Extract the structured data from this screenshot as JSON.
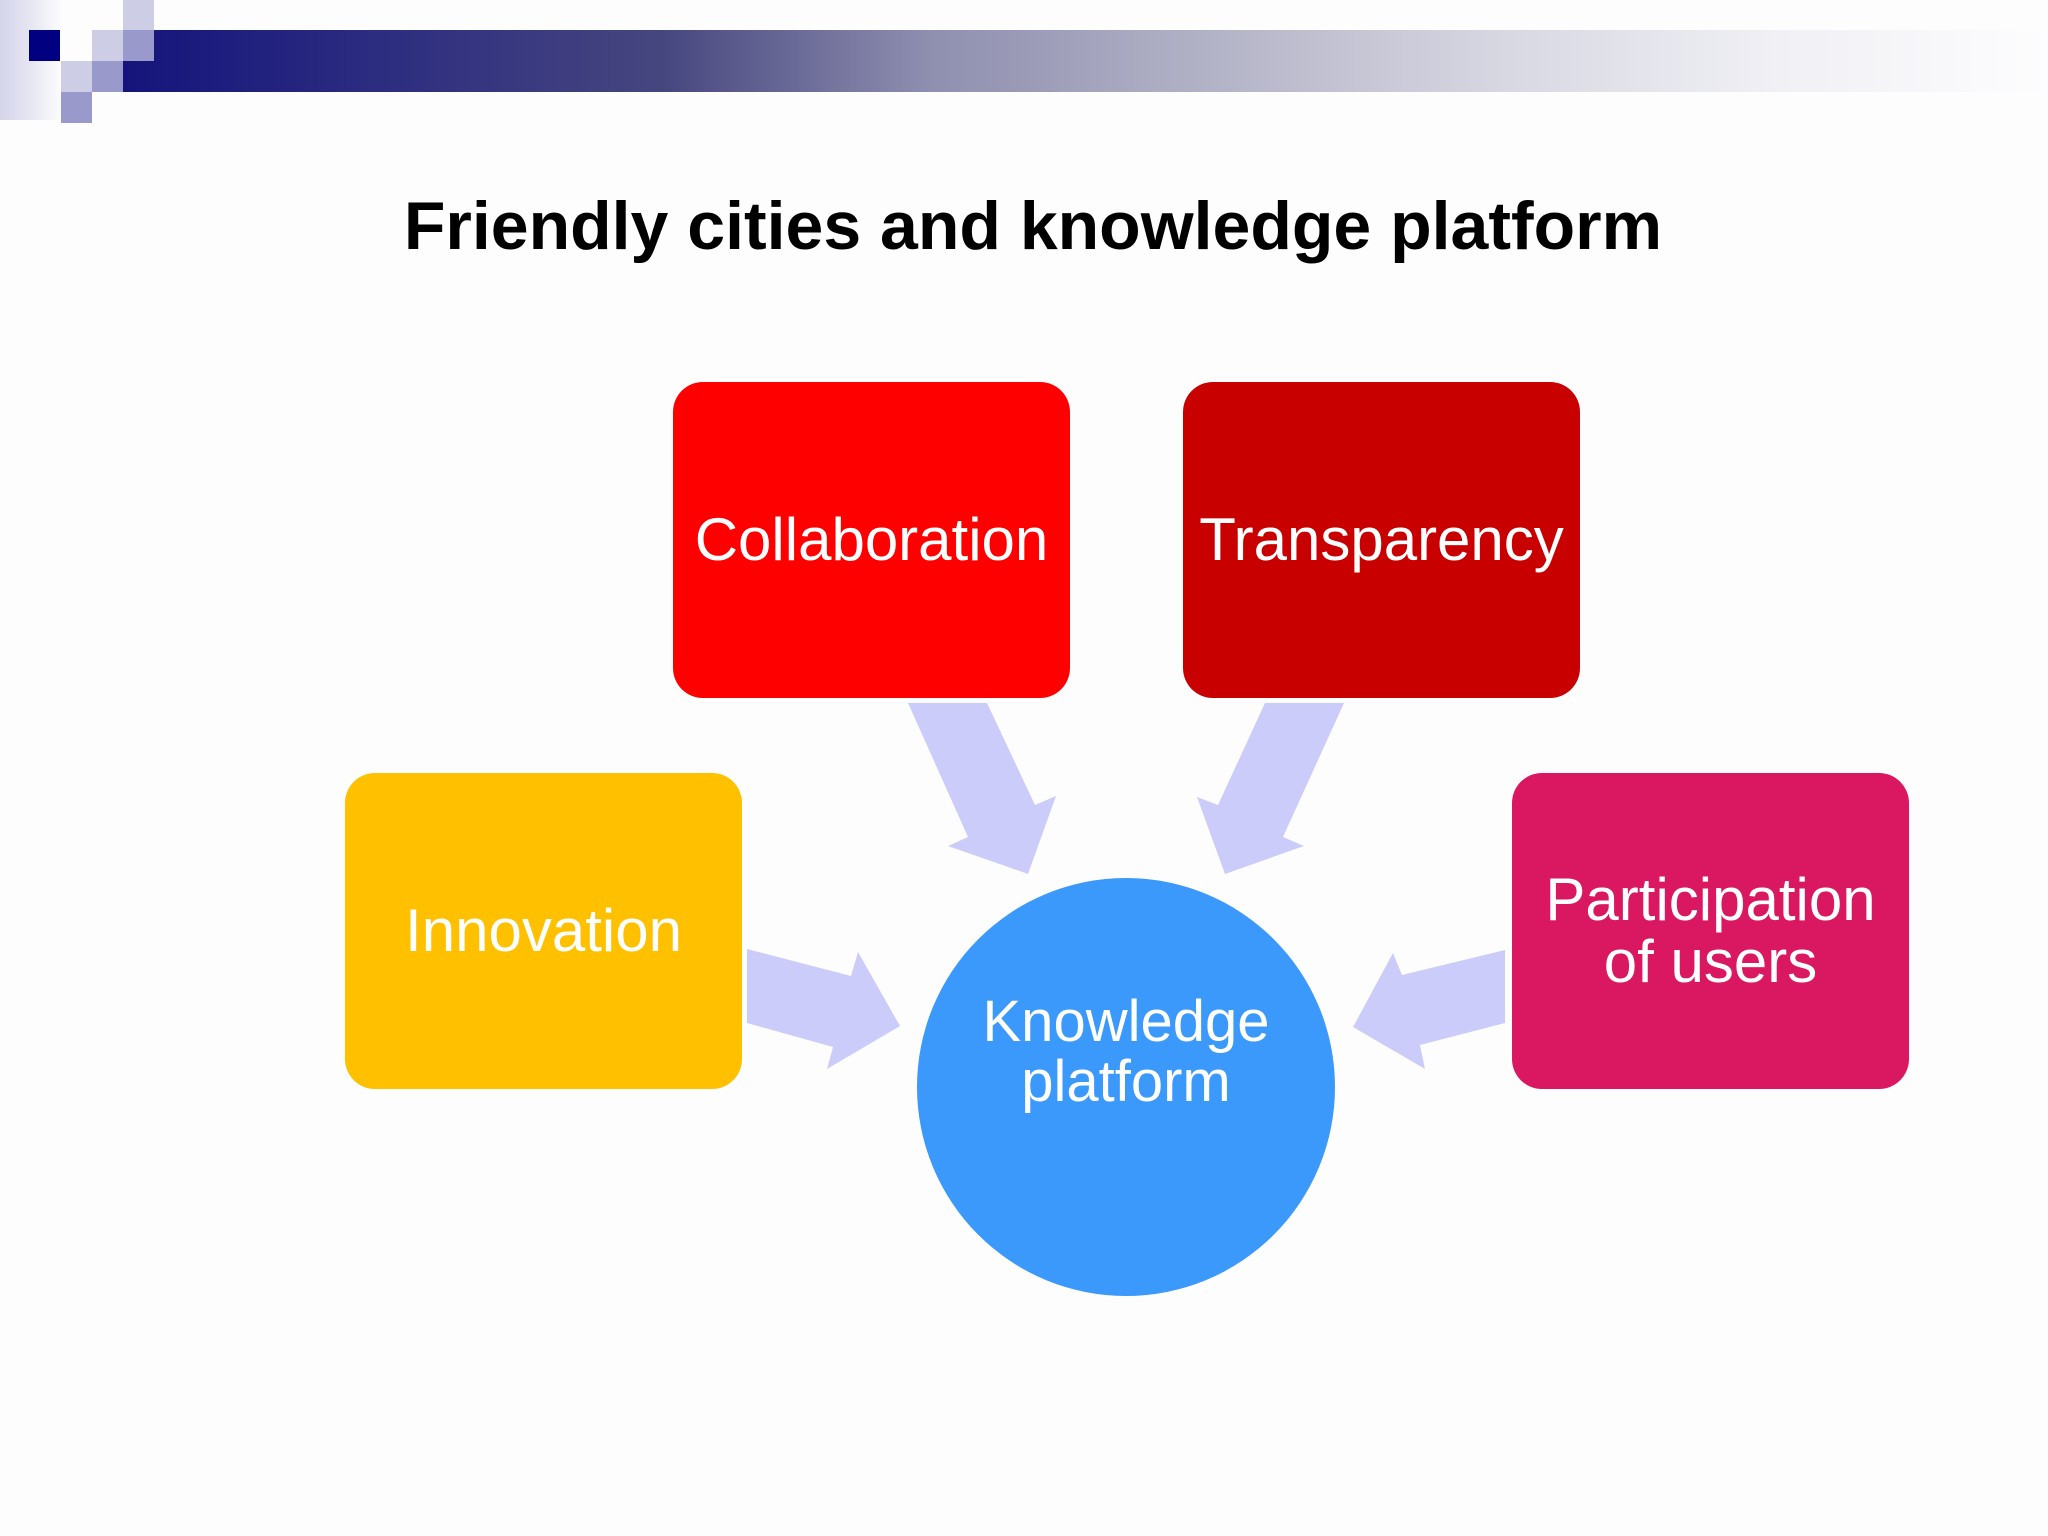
{
  "slide": {
    "title": "Friendly cities and knowledge platform"
  },
  "diagram": {
    "center": {
      "label": "Knowledge\nplatform",
      "color": "#3a99fb"
    },
    "nodes": [
      {
        "id": "collaboration",
        "label": "Collaboration",
        "color": "#ff0000"
      },
      {
        "id": "transparency",
        "label": "Transparency",
        "color": "#c80000"
      },
      {
        "id": "innovation",
        "label": "Innovation",
        "color": "#ffc000"
      },
      {
        "id": "participation",
        "label": "Participation\nof users",
        "color": "#da1861"
      }
    ],
    "arrow_color": "#ccccfa",
    "edges": [
      {
        "from": "collaboration",
        "to": "center"
      },
      {
        "from": "transparency",
        "to": "center"
      },
      {
        "from": "innovation",
        "to": "center"
      },
      {
        "from": "participation",
        "to": "center"
      }
    ]
  },
  "theme": {
    "header_bar_color": "#14147c",
    "accent_squares": [
      "#000080",
      "#cdcde6",
      "#9999cc"
    ]
  }
}
